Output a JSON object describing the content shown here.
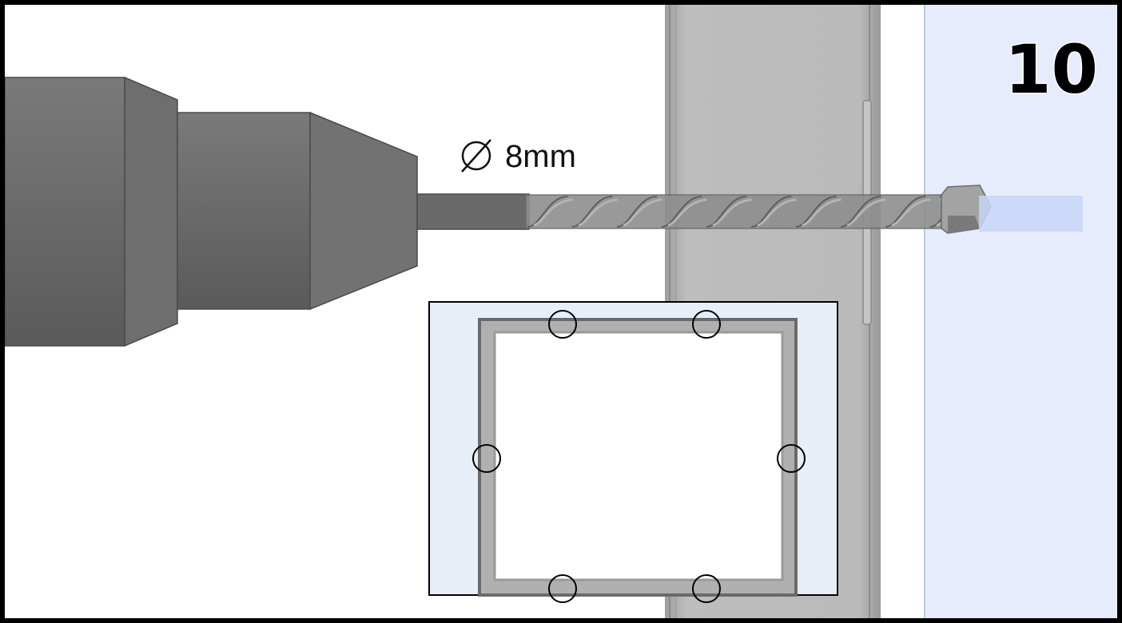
{
  "step": {
    "number": "10"
  },
  "drill_bit": {
    "diameter_label": "8mm",
    "diameter_symbol": "∅"
  },
  "detail_inset": {
    "hole_count": 6
  },
  "colors": {
    "drill_body": "#6b6b6b",
    "drill_dark": "#4f4f4f",
    "drill_light": "#8a8a8a",
    "bit": "#8c8c8c",
    "frame_post": "#b9b9b9",
    "glass_panel": "#e6ecfb",
    "glass_edge": "#b8c8ee",
    "inset_bg": "#e8eef8",
    "outline": "#000000"
  }
}
